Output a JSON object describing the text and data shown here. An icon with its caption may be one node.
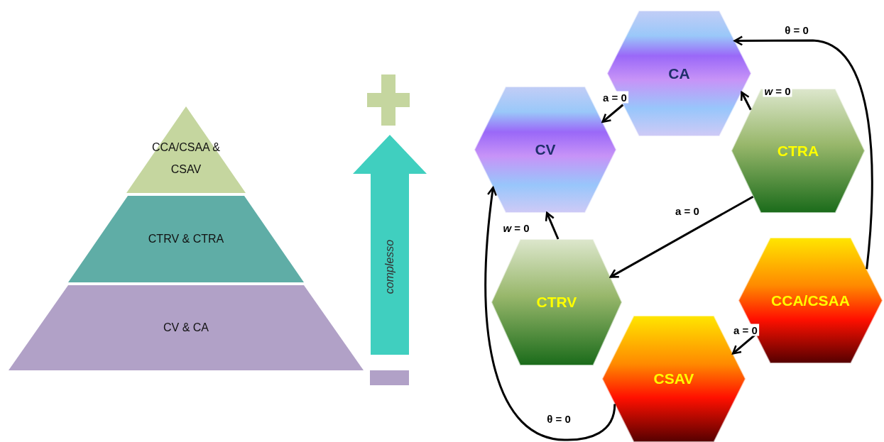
{
  "diagram": {
    "nodes": [
      {
        "text": [
          "CCA/CSAA & CSAV"
        ]
      },
      {
        "text": [
          "CTRV & CTRA"
        ]
      },
      {
        "text": [
          "CV & CA"
        ]
      },
      {
        "text": [
          "complesso"
        ]
      },
      {
        "text": [
          "CA"
        ]
      },
      {
        "text": [
          "CV"
        ]
      },
      {
        "text": [
          "CTRA"
        ]
      },
      {
        "text": [
          "CTRV"
        ]
      },
      {
        "text": [
          "CCA/CSAA"
        ]
      },
      {
        "text": [
          "CSAV"
        ]
      }
    ],
    "edges": [
      {
        "from": 4,
        "to": 5,
        "arrow": "to",
        "label": "a = 0"
      },
      {
        "from": 6,
        "to": 4,
        "arrow": "to",
        "label": "*w* = 0"
      },
      {
        "from": 7,
        "to": 5,
        "arrow": "to",
        "label": "*w* = 0"
      },
      {
        "from": 6,
        "to": 7,
        "arrow": "to",
        "label": "a = 0"
      },
      {
        "from": 8,
        "to": 4,
        "arrow": "to",
        "label": "θ = 0"
      },
      {
        "from": 8,
        "to": 9,
        "arrow": "to",
        "label": "a = 0"
      },
      {
        "from": 9,
        "to": 5,
        "arrow": "to",
        "label": "θ = 0"
      }
    ]
  }
}
